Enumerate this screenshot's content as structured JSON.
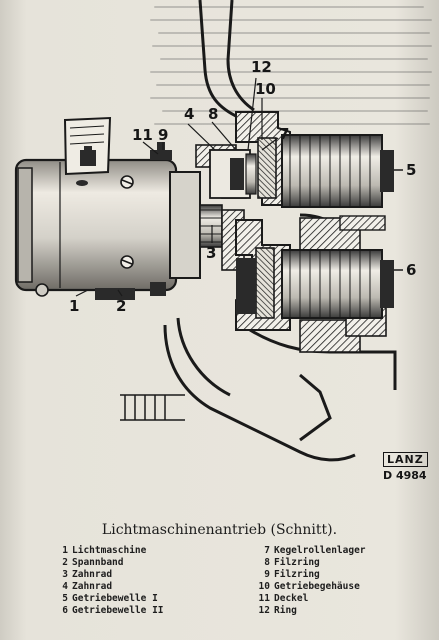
{
  "figure": {
    "callouts": [
      {
        "id": "c11",
        "text": "11"
      },
      {
        "id": "c9",
        "text": "9"
      },
      {
        "id": "c4",
        "text": "4"
      },
      {
        "id": "c8",
        "text": "8"
      },
      {
        "id": "c12",
        "text": "12"
      },
      {
        "id": "c10",
        "text": "10"
      },
      {
        "id": "c7",
        "text": "7"
      },
      {
        "id": "c5",
        "text": "5"
      },
      {
        "id": "c3",
        "text": "3"
      },
      {
        "id": "c6",
        "text": "6"
      },
      {
        "id": "c1",
        "text": "1"
      },
      {
        "id": "c2",
        "text": "2"
      }
    ],
    "stamp_brand": "LANZ",
    "stamp_code": "D 4984"
  },
  "caption": "Lichtmaschinenantrieb (Schnitt).",
  "legend": [
    {
      "num": "1",
      "label": "Lichtmaschine"
    },
    {
      "num": "2",
      "label": "Spannband"
    },
    {
      "num": "3",
      "label": "Zahnrad"
    },
    {
      "num": "4",
      "label": "Zahnrad"
    },
    {
      "num": "5",
      "label": "Getriebewelle I"
    },
    {
      "num": "6",
      "label": "Getriebewelle II"
    },
    {
      "num": "7",
      "label": "Kegelrollenlager"
    },
    {
      "num": "8",
      "label": "Filzring"
    },
    {
      "num": "9",
      "label": "Filzring"
    },
    {
      "num": "10",
      "label": "Getriebegehäuse"
    },
    {
      "num": "11",
      "label": "Deckel"
    },
    {
      "num": "12",
      "label": "Ring"
    }
  ]
}
